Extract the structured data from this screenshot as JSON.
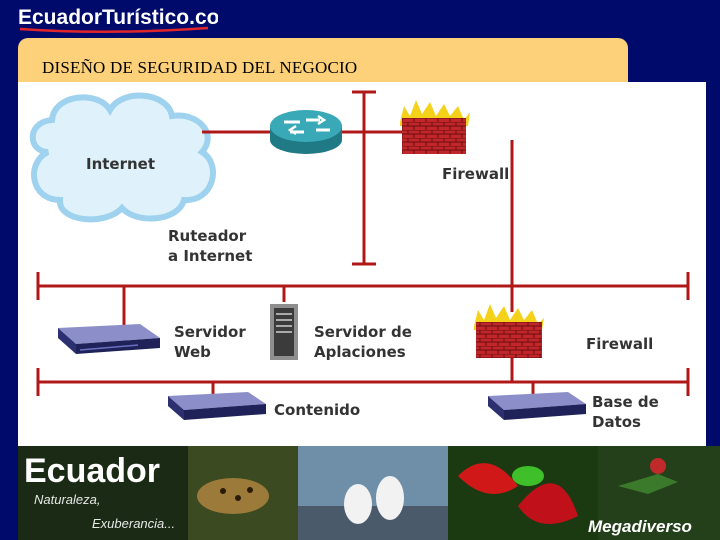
{
  "header": {
    "brand": "EcuadorTurístico.com",
    "slide_title": "DISEÑO DE SEGURIDAD DEL NEGOCIO"
  },
  "diagram": {
    "internet": "Internet",
    "firewall_top": "Firewall",
    "router_line1": "Ruteador",
    "router_line2": "a Internet",
    "web_line1": "Servidor",
    "web_line2": "Web",
    "app_line1": "Servidor de",
    "app_line2": "Aplaciones",
    "firewall_mid": "Firewall",
    "content": "Contenido",
    "db_line1": "Base de",
    "db_line2": "Datos"
  },
  "banner": {
    "country": "Ecuador",
    "tag1": "Naturaleza,",
    "tag2": "Exuberancia...",
    "tag3": "Megadiverso"
  },
  "colors": {
    "background": "#000a6b",
    "title_bar": "#fdd07a",
    "network_line": "#b01818",
    "firewall": "#c0262a",
    "router": "#2f9ba8"
  }
}
